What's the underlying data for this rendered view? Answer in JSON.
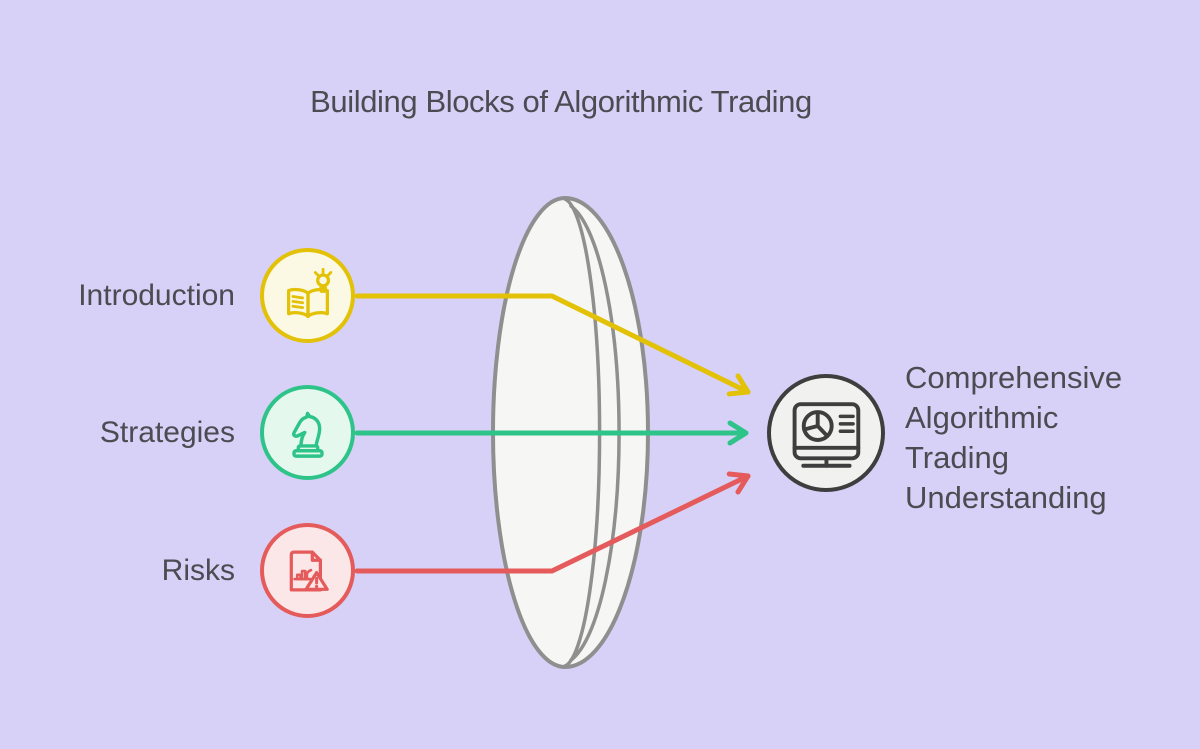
{
  "title": "Building Blocks of Algorithmic Trading",
  "items": [
    {
      "label": "Introduction",
      "icon": "open-book-lightbulb-icon",
      "accent": "#E2C106",
      "fill": "#FBF8E3"
    },
    {
      "label": "Strategies",
      "icon": "chess-knight-icon",
      "accent": "#2EC489",
      "fill": "#E4F8EE"
    },
    {
      "label": "Risks",
      "icon": "risk-report-warning-icon",
      "accent": "#E55B5B",
      "fill": "#FBE7E7"
    }
  ],
  "result": {
    "label": "Comprehensive Algorithmic Trading Understanding",
    "icon": "analytics-monitor-icon",
    "accent": "#3E3E3E",
    "fill": "#F1F1EF"
  },
  "lens": {
    "name": "converging-lens",
    "fill": "#F6F6F4",
    "stroke": "#8F8F8F"
  },
  "colors": {
    "background": "#D7D0F7",
    "text": "#4B4B51",
    "intro_accent": "#E2C106",
    "intro_fill": "#FBF8E3",
    "strategies_accent": "#2EC489",
    "strategies_fill": "#E4F8EE",
    "risks_accent": "#E55B5B",
    "risks_fill": "#FBE7E7",
    "result_accent": "#3E3E3E",
    "result_fill": "#F1F1EF",
    "lens_stroke": "#8F8F8F",
    "lens_fill": "#F6F6F4"
  }
}
